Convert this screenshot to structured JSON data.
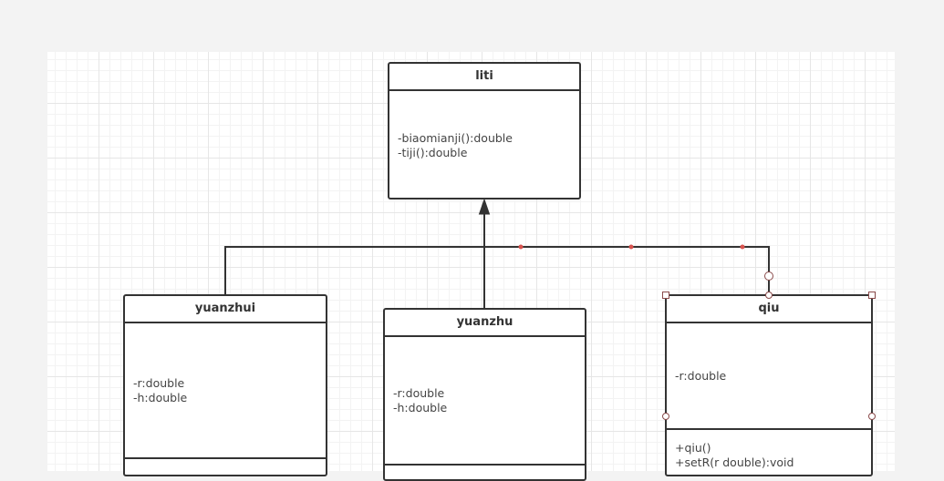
{
  "classes": {
    "liti": {
      "name": "liti",
      "attributes": [],
      "operations": [
        "-biaomianji():double",
        "-tiji():double"
      ]
    },
    "yuanzhui": {
      "name": "yuanzhui",
      "attributes": [
        "-r:double",
        "-h:double"
      ]
    },
    "yuanzhu": {
      "name": "yuanzhu",
      "attributes": [
        "-r:double",
        "-h:double"
      ]
    },
    "qiu": {
      "name": "qiu",
      "attributes": [
        "-r:double"
      ],
      "operations": [
        "+qiu()",
        "+setR(r double):void"
      ]
    }
  },
  "relationships": [
    {
      "type": "generalization",
      "from": "yuanzhui",
      "to": "liti"
    },
    {
      "type": "generalization",
      "from": "yuanzhu",
      "to": "liti"
    },
    {
      "type": "generalization",
      "from": "qiu",
      "to": "liti"
    }
  ],
  "colors": {
    "line": "#333333",
    "selection": "#d9534f",
    "canvas": "#ffffff",
    "background": "#f3f3f3"
  }
}
